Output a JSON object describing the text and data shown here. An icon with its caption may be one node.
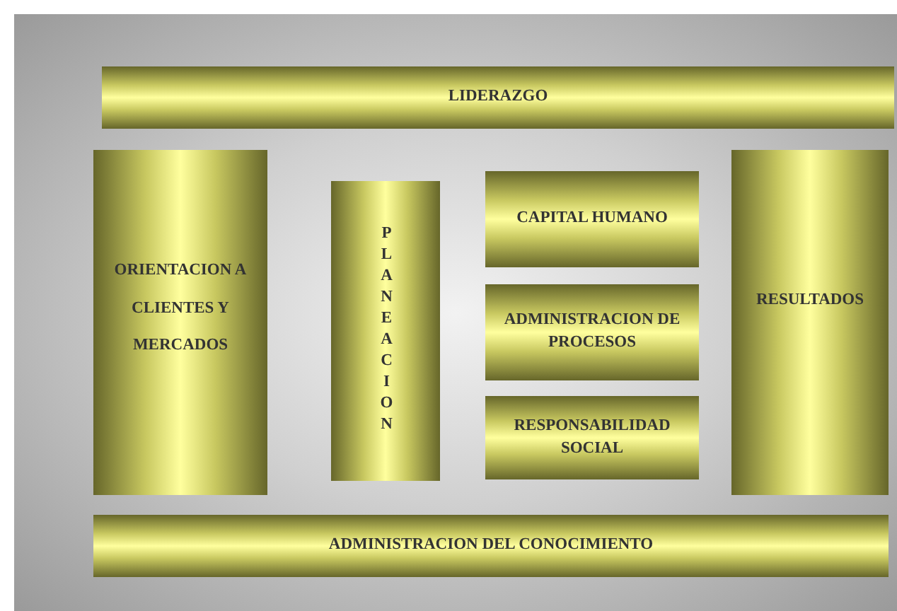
{
  "diagram": {
    "nodes": [
      {
        "text": [
          "LIDERAZGO"
        ]
      },
      {
        "text": [
          "ORIENTACION A CLIENTES Y MERCADOS"
        ]
      },
      {
        "text": [
          "PLANEACION"
        ]
      },
      {
        "text": [
          "CAPITAL HUMANO"
        ]
      },
      {
        "text": [
          "ADMINISTRACION DE PROCESOS"
        ]
      },
      {
        "text": [
          "RESPONSABILIDAD SOCIAL"
        ]
      },
      {
        "text": [
          "RESULTADOS"
        ]
      },
      {
        "text": [
          "ADMINISTRACION DEL CONOCIMIENTO"
        ]
      }
    ]
  }
}
